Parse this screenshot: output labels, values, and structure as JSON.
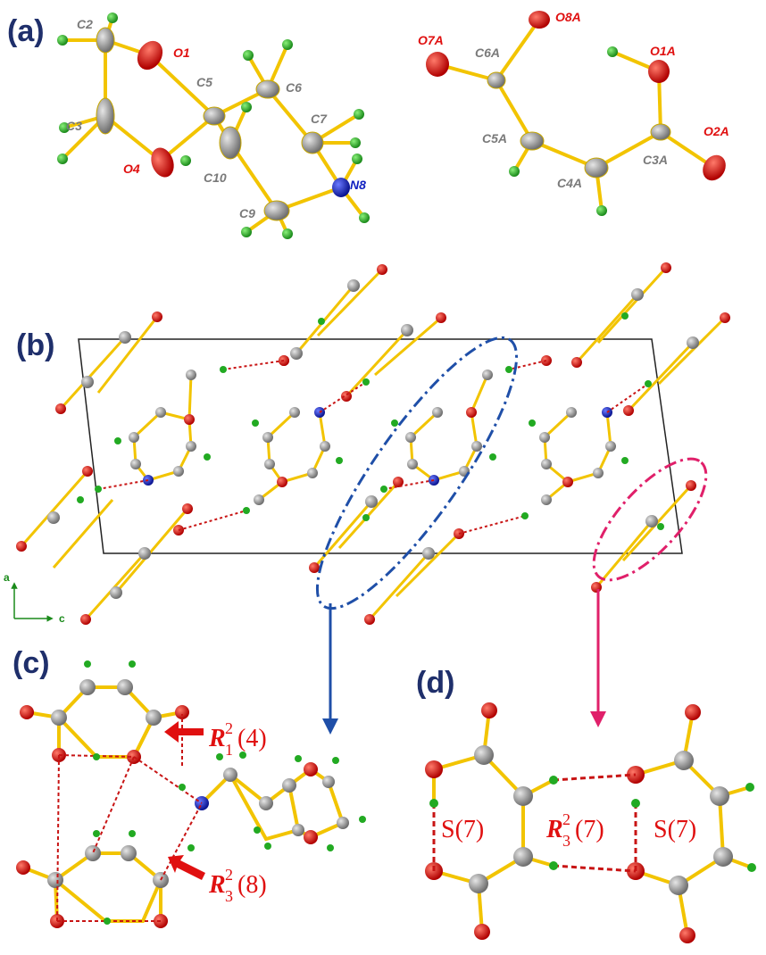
{
  "panels": {
    "a": "(a)",
    "b": "(b)",
    "c": "(c)",
    "d": "(d)"
  },
  "atoms_a": {
    "C2": "C2",
    "O1": "O1",
    "C5": "C5",
    "C6": "C6",
    "C3": "C3",
    "C7": "C7",
    "O4": "O4",
    "C10": "C10",
    "N8": "N8",
    "C9": "C9",
    "O7A": "O7A",
    "O8A": "O8A",
    "C6A": "C6A",
    "O1A": "O1A",
    "C5A": "C5A",
    "C3A": "C3A",
    "O2A": "O2A",
    "C4A": "C4A"
  },
  "axes": {
    "a": "a",
    "c": "c"
  },
  "motifs_c": {
    "r1_main": "R",
    "r1_sup": "2",
    "r1_sub": "1",
    "r1_tail": "(4)",
    "r3_main": "R",
    "r3_sup": "2",
    "r3_sub": "3",
    "r3_tail": "(8)"
  },
  "motifs_d": {
    "s7_left": "S(7)",
    "r3_main": "R",
    "r3_sup": "2",
    "r3_sub": "3",
    "r3_tail": "(7)",
    "s7_right": "S(7)"
  },
  "colors": {
    "carbon": "#9a9a9a",
    "oxygen": "#e01010",
    "nitrogen": "#1a2ad0",
    "hydrogen": "#22aa22",
    "bond": "#f2c400",
    "hbond": "#c81414",
    "blue_ellipse": "#1f4fa8",
    "pink_ellipse": "#e0206a",
    "label_navy": "#1f2f6b"
  }
}
